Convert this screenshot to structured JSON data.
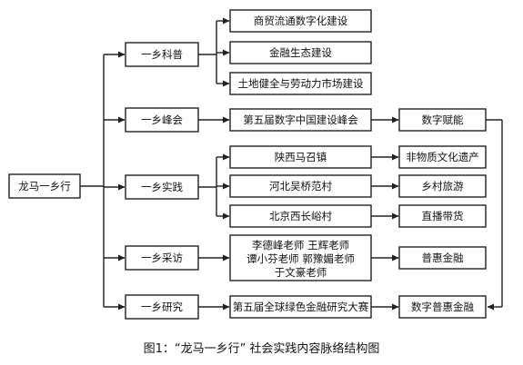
{
  "root": "龙马一乡行",
  "branches": [
    {
      "label": "一乡科普"
    },
    {
      "label": "一乡峰会"
    },
    {
      "label": "一乡实践"
    },
    {
      "label": "一乡采访"
    },
    {
      "label": "一乡研究"
    }
  ],
  "nodes": {
    "kp1": "商贸流通数字化建设",
    "kp2": "金融生态建设",
    "kp3": "土地健全与劳动力市场建设",
    "fh1": "第五届数字中国建设峰会",
    "fh2": "数字赋能",
    "sj1": "陕西马召镇",
    "sj2": "河北吴桥范村",
    "sj3": "北京西长峪村",
    "sj1o": "非物质文化遗产",
    "sj2o": "乡村旅游",
    "sj3o": "直播带货",
    "cf_lines": [
      "李德峰老师 王辉老师",
      "谭小芬老师 郭豫媚老师",
      "于文豪老师"
    ],
    "cfo": "普惠金融",
    "yj1": "第五届全球绿色金融研究大赛",
    "yj2": "数字普惠金融"
  },
  "caption": "图1：“龙马一乡行” 社会实践内容脉络结构图"
}
